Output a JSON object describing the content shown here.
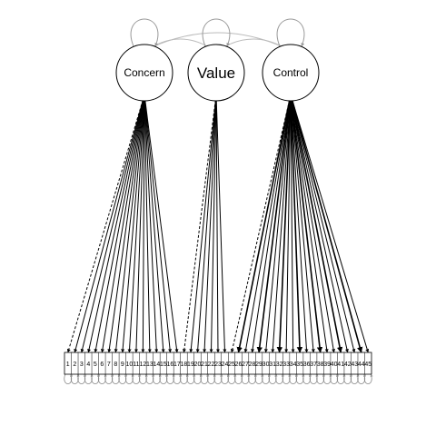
{
  "latents": [
    {
      "id": "concern",
      "label": "Concern"
    },
    {
      "id": "value",
      "label": "Value"
    },
    {
      "id": "control",
      "label": "Control"
    }
  ],
  "items": [
    "1",
    "2",
    "3",
    "4",
    "5",
    "6",
    "7",
    "8",
    "9",
    "10",
    "11",
    "12",
    "13",
    "14",
    "15",
    "16",
    "17",
    "18",
    "19",
    "20",
    "21",
    "22",
    "23",
    "24",
    "25",
    "26",
    "27",
    "28",
    "29",
    "30",
    "31",
    "32",
    "33",
    "34",
    "35",
    "36",
    "37",
    "38",
    "39",
    "40",
    "41",
    "42",
    "43",
    "44",
    "45"
  ],
  "loadings": [
    {
      "latent": "concern",
      "items": [
        "1",
        "2",
        "3",
        "4",
        "5",
        "6",
        "7",
        "8",
        "9",
        "10",
        "11",
        "12",
        "13",
        "14",
        "15",
        "16",
        "17"
      ]
    },
    {
      "latent": "value",
      "items": [
        "18",
        "19",
        "20",
        "21",
        "22",
        "23",
        "24"
      ]
    },
    {
      "latent": "control",
      "items": [
        "25",
        "26",
        "27",
        "28",
        "29",
        "30",
        "31",
        "32",
        "33",
        "34",
        "35",
        "36",
        "37",
        "38",
        "39",
        "40",
        "41",
        "42",
        "43",
        "44",
        "45"
      ]
    }
  ],
  "colors": {
    "path": "#000000",
    "residual": "#888888",
    "covariance": "#bbbbbb",
    "latent_fill": "#ffffff"
  }
}
